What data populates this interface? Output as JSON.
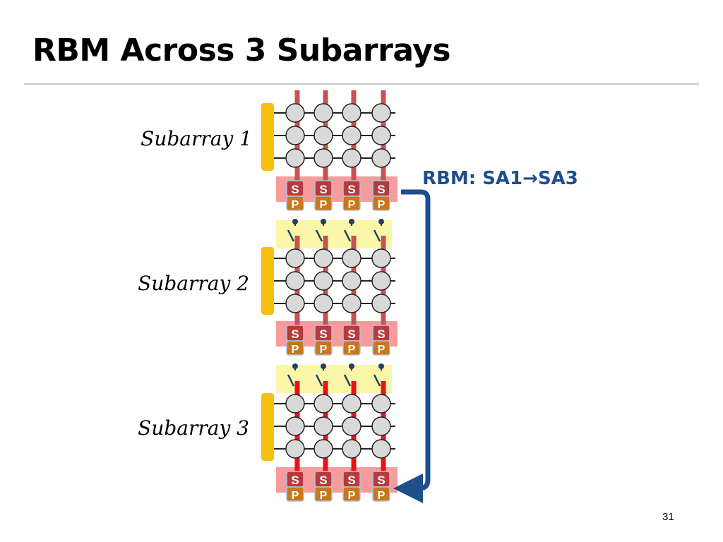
{
  "title": "RBM Across 3 Subarrays",
  "subarrays": [
    {
      "label": "Subarray 1"
    },
    {
      "label": "Subarray 2"
    },
    {
      "label": "Subarray 3"
    }
  ],
  "sense_amp": {
    "top_letter": "S",
    "bottom_letter": "P"
  },
  "transfer": {
    "label": "RBM: SA1→SA3"
  },
  "page_number": "31",
  "colors": {
    "row_decoder": "#f5c010",
    "sense_amp_band": "#f79b9b",
    "isolation_band": "#fbf7a8",
    "bitline_dim": "#c9514f",
    "bitline_active": "#ee1111",
    "arrow": "#1f4e8a",
    "cell": "#d9d9d9"
  }
}
